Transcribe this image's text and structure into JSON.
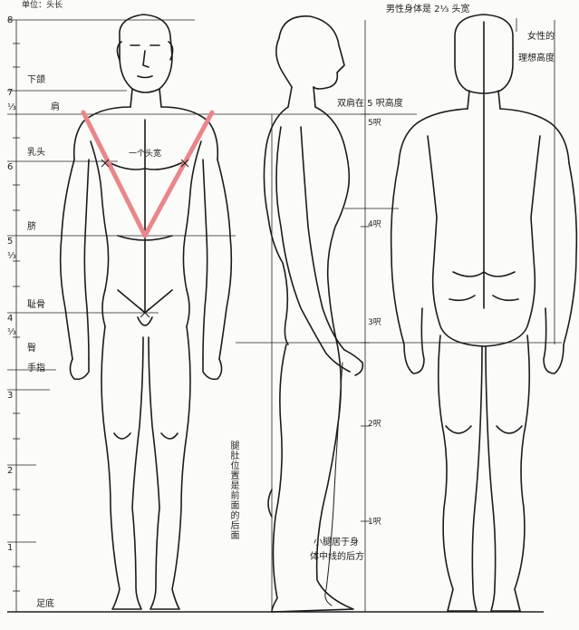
{
  "header": {
    "unit": "单位：头长",
    "male_width": "男性身体是 2⅓ 头宽",
    "female_ideal": [
      "女性的",
      "理想高度"
    ]
  },
  "ruler_labels": {
    "l8": "8",
    "chin": "下颌",
    "l7": "7",
    "l7_third": "⅓",
    "shoulder": "肩",
    "nipple": "乳头",
    "l6": "6",
    "navel": "脐",
    "l5": "5",
    "l5_third": "⅓",
    "pubis": "耻骨",
    "l4": "4",
    "l4_third": "⅓",
    "hip": "臀",
    "fingers": "手指",
    "l3": "3",
    "l2": "2",
    "l1": "1",
    "sole": "足底"
  },
  "front_view": {
    "one_head_width": "一个头宽"
  },
  "side_view": {
    "shoulder_height": "双肩在 5 呎高度",
    "foot_5": "5呎",
    "foot_4": "4呎",
    "foot_3": "3呎",
    "foot_2": "2呎",
    "foot_1": "1呎",
    "vertical_note": "腿肚位置是前面的后面",
    "calf_note_line1": "小腿居于身",
    "calf_note_line2": "体中线的后方"
  },
  "colors": {
    "v_mark": "#e9868b",
    "ink": "#1c1c1c",
    "paper": "#fbfbf9"
  }
}
